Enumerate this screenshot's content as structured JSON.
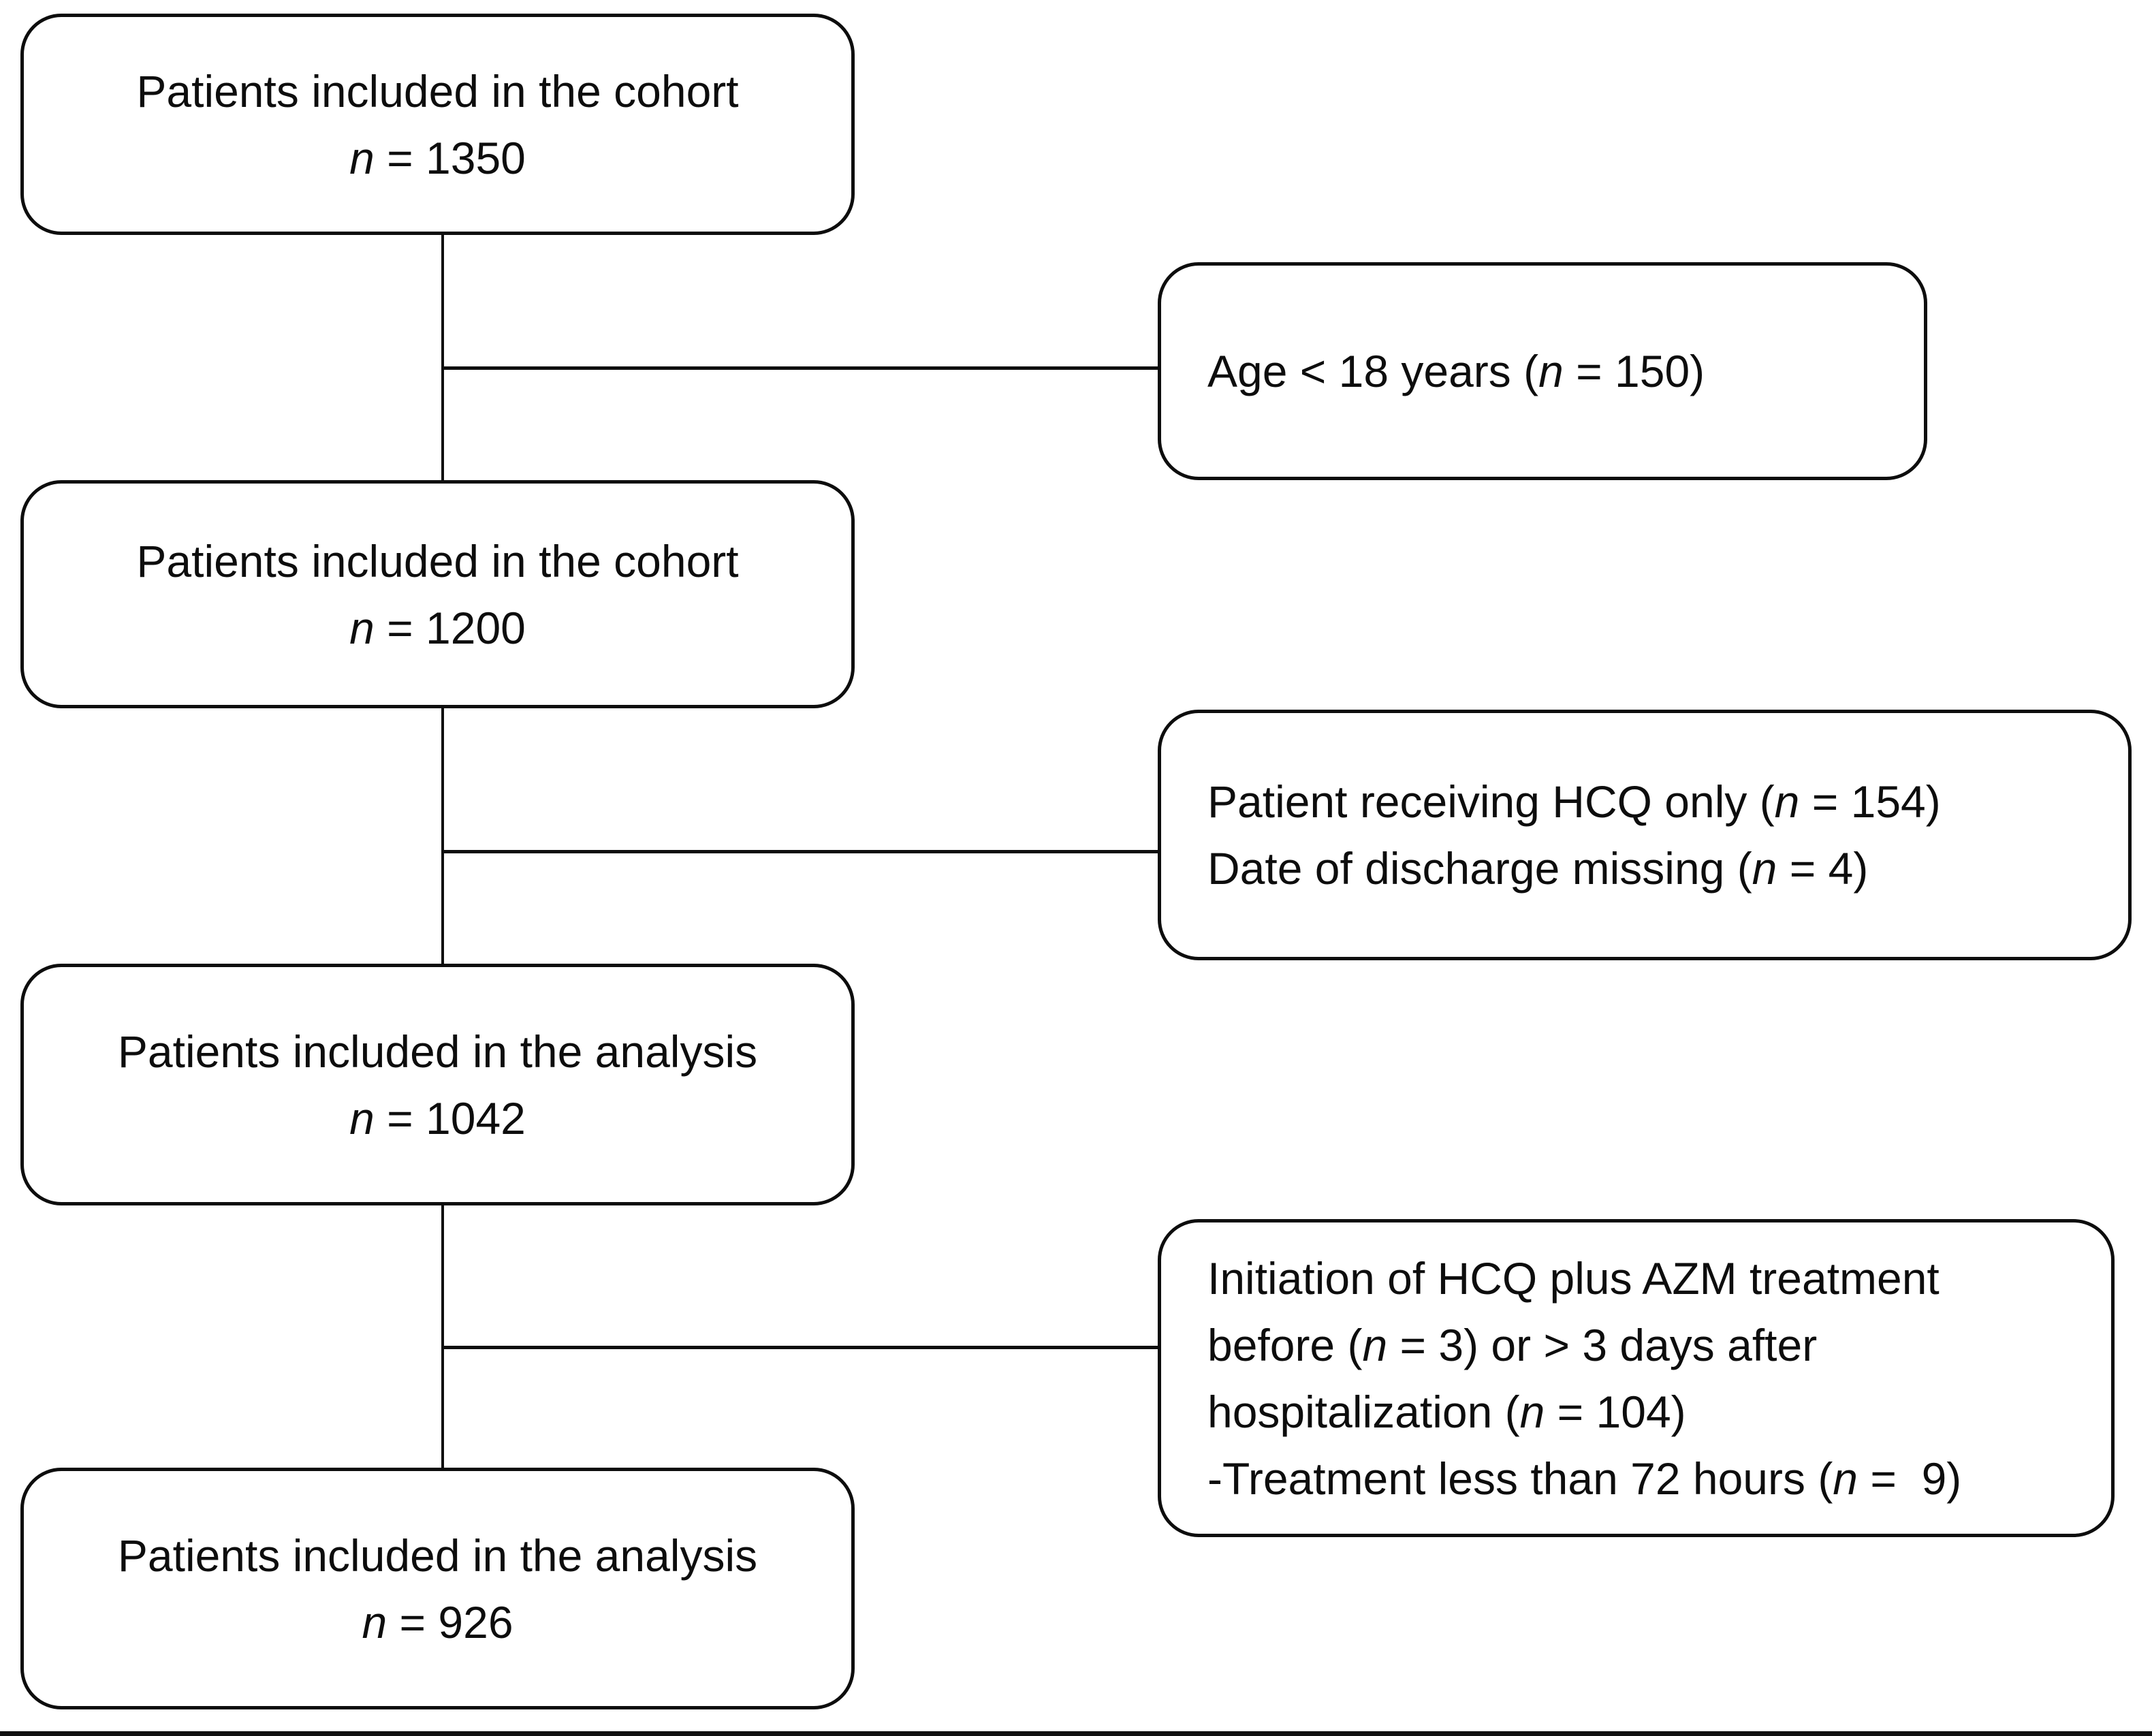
{
  "figure": {
    "type": "patient-flow-diagram",
    "colors": {
      "line": "#0d0d0d",
      "text": "#0d0d0d",
      "background": "#ffffff"
    }
  },
  "flow": {
    "main_boxes": [
      {
        "title": "Patients included in the cohort",
        "n": "n",
        "count": " = 1350"
      },
      {
        "title": "Patients included in the cohort",
        "n": "n",
        "count": " = 1200"
      },
      {
        "title": "Patients included in the analysis",
        "n": "n",
        "count": " = 1042"
      },
      {
        "title": "Patients included in the analysis",
        "n": "n",
        "count": " = 926"
      }
    ],
    "exclusion_boxes": [
      {
        "lines": [
          {
            "pre": "Age < 18 years (",
            "var": "n",
            "post": " = 150)"
          }
        ]
      },
      {
        "lines": [
          {
            "pre": "Patient receiving HCQ only (",
            "var": "n",
            "post": " = 154)"
          },
          {
            "pre": "Date of discharge missing (",
            "var": "n",
            "post": " = 4)"
          }
        ]
      },
      {
        "lines": [
          {
            "pre": "Initiation of HCQ plus AZM treatment",
            "var": "",
            "post": ""
          },
          {
            "pre": "before (",
            "var": "n",
            "post": " = 3) or > 3 days after"
          },
          {
            "pre": "hospitalization (",
            "var": "n",
            "post": " = 104)"
          },
          {
            "pre": "-Treatment less than 72 hours (",
            "var": "n",
            "post": " =  9)"
          }
        ]
      }
    ]
  }
}
